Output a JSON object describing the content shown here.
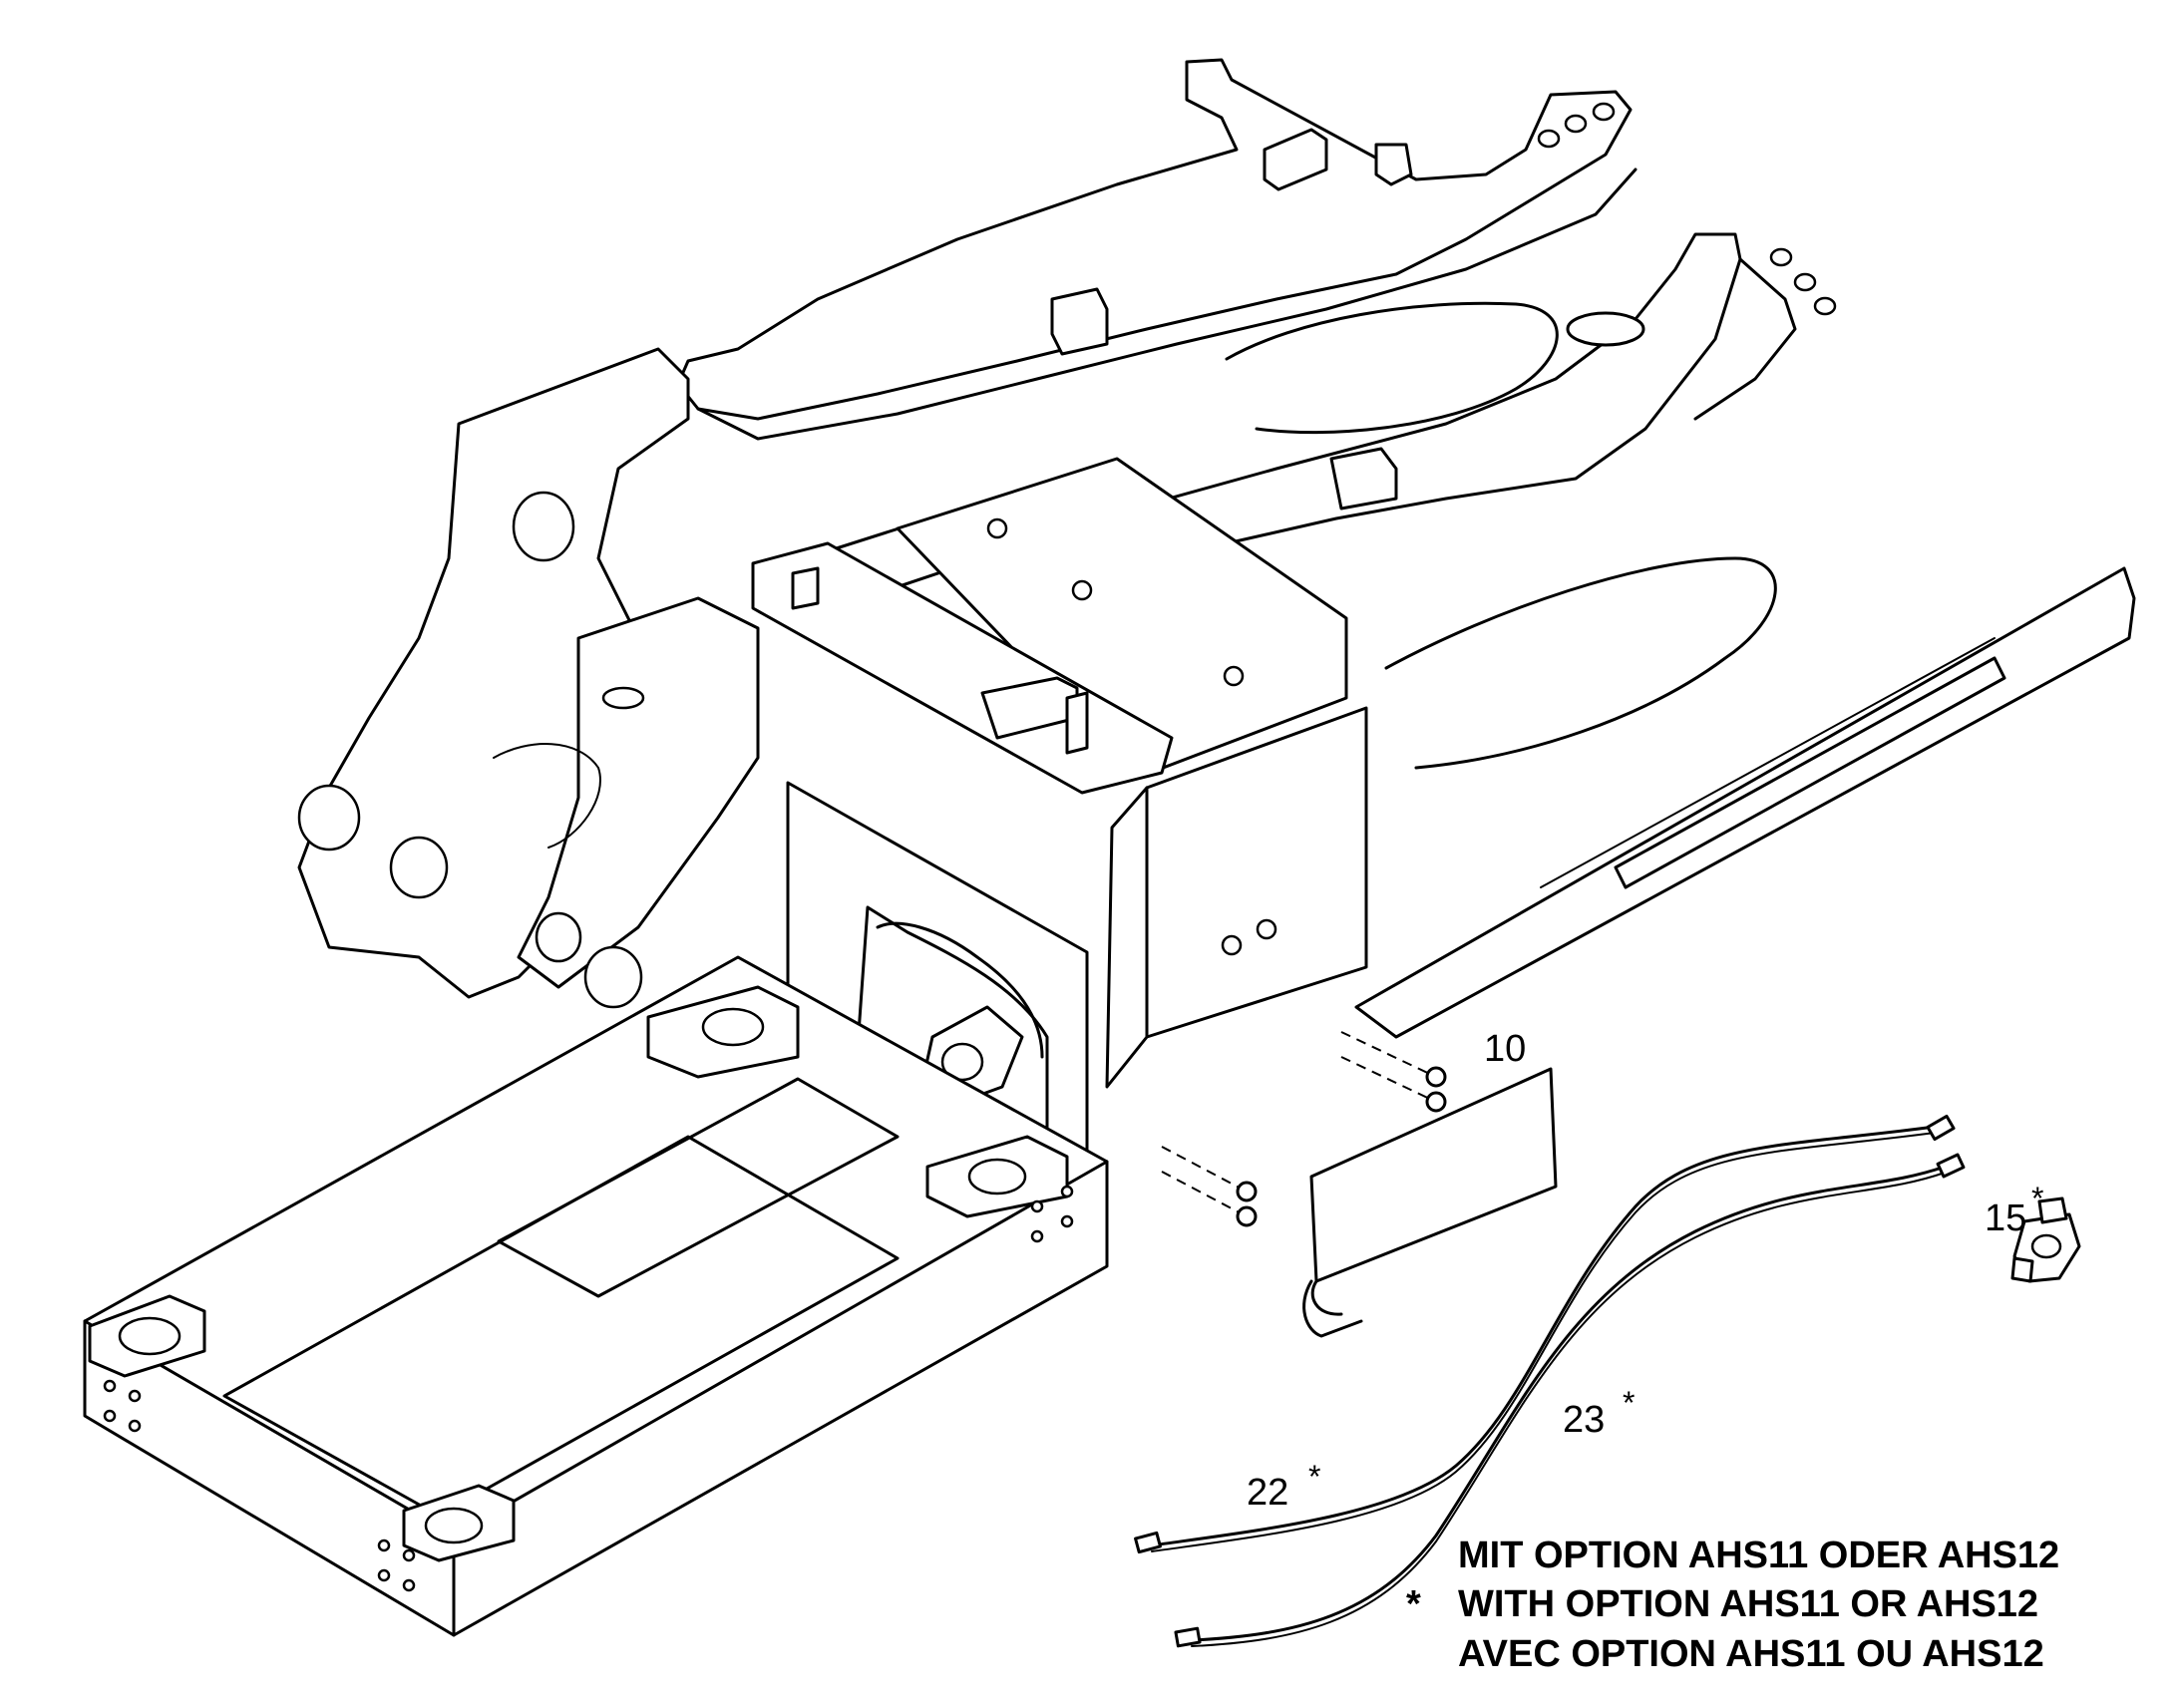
{
  "callouts": {
    "part_10": "10",
    "part_15": "15",
    "part_15_mark": "*",
    "part_22": "22",
    "part_22_mark": "*",
    "part_23": "23",
    "part_23_mark": "*"
  },
  "legend": {
    "mark": "*",
    "line_de": "MIT OPTION AHS11 ODER AHS12",
    "line_en": "WITH OPTION AHS11 OR AHS12",
    "line_fr": "AVEC OPTION AHS11 OU AHS12"
  }
}
